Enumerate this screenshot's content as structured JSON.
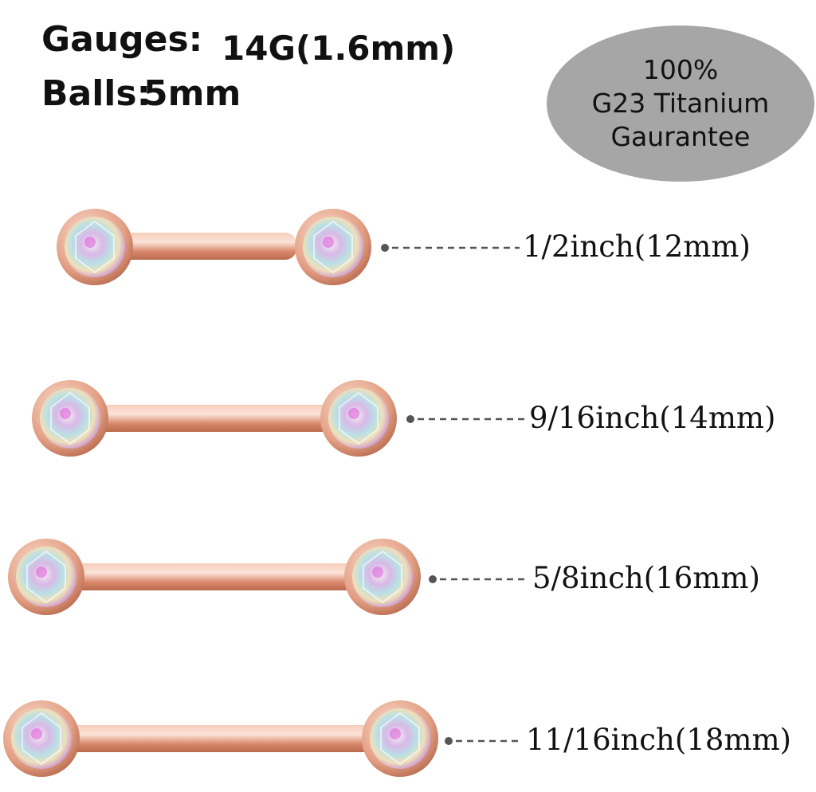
{
  "specs": {
    "gauges_label": "Gauges:",
    "gauges_value": "14G(1.6mm)",
    "balls_label": "Balls:",
    "balls_value": "5mm"
  },
  "badge": {
    "line1": "100%",
    "line2": "G23 Titanium",
    "line3": "Gaurantee"
  },
  "sizes": [
    {
      "label": "1/2inch(12mm)"
    },
    {
      "label": "9/16inch(14mm)"
    },
    {
      "label": "5/8inch(16mm)"
    },
    {
      "label": "11/16inch(18mm)"
    }
  ],
  "colors": {
    "metal": "#e8a58c",
    "metal_dark": "#c97a5e",
    "badge": "#a6a6a6",
    "leader": "#555555"
  }
}
